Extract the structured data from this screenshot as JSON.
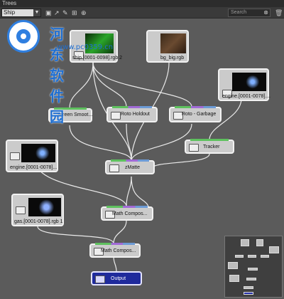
{
  "window": {
    "title": "Trees"
  },
  "toolbar": {
    "tree_select": "Ship",
    "search_placeholder": "Search"
  },
  "watermark": {
    "text": "河东软件园",
    "url": "www.pc0359.cn"
  },
  "nodes": {
    "ship": {
      "label": "ship.[0001-0098].rgb 2"
    },
    "bg": {
      "label": "bg_big.rgb"
    },
    "engine1": {
      "label": "engine.[0001-0078]...."
    },
    "screen": {
      "label": "Screen Smoot..."
    },
    "roto_holdout": {
      "label": "Roto Holdout"
    },
    "roto_garbage": {
      "label": "Roto - Garbage"
    },
    "tracker": {
      "label": "Tracker"
    },
    "engine2": {
      "label": "engine.[0001-0078]..."
    },
    "zmatte": {
      "label": "zMatte"
    },
    "gas": {
      "label": "gas.[0001-0078].rgb 1"
    },
    "math1": {
      "label": "Math Compos..."
    },
    "math2": {
      "label": "Math Compos..."
    },
    "output": {
      "label": "Output"
    }
  },
  "colors": {
    "node_bg": "#cbcbcb",
    "node_border": "#f2f2f2",
    "wire": "#eaeaea",
    "output_bg": "#1f2a9c",
    "strip_green": "#5ec15e",
    "strip_purple": "#a06ad6"
  }
}
